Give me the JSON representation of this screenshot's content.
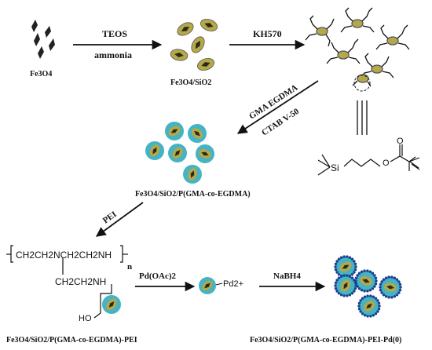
{
  "labels": {
    "fe3o4": "Fe3O4",
    "fe3o4_sio2": "Fe3O4/SiO2",
    "coated": "Fe3O4/SiO2/P(GMA-co-EGDMA)",
    "pei_product": "Fe3O4/SiO2/P(GMA-co-EGDMA)-PEI",
    "final_product": "Fe3O4/SiO2/P(GMA-co-EGDMA)-PEI-Pd(0)"
  },
  "reagents": {
    "step1_top": "TEOS",
    "step1_bottom": "ammonia",
    "step2": "KH570",
    "step3_a": "GMA EGDMA",
    "step3_b": "CTAB V-50",
    "step4": "PEI",
    "step5": "Pd(OAc)2",
    "step6": "NaBH4"
  },
  "structure": {
    "chain_main": "CH2CH2NCH2CH2NH",
    "chain_sub": "n",
    "branch": "CH2CH2NH",
    "ho": "HO",
    "si": "Si",
    "o": "O",
    "pd_ion": "Pd2+"
  },
  "colors": {
    "core": "#2a2a18",
    "silica": "#b5a84a",
    "polymer": "#45b3c4",
    "pd_dots": "#1b3f8f"
  }
}
